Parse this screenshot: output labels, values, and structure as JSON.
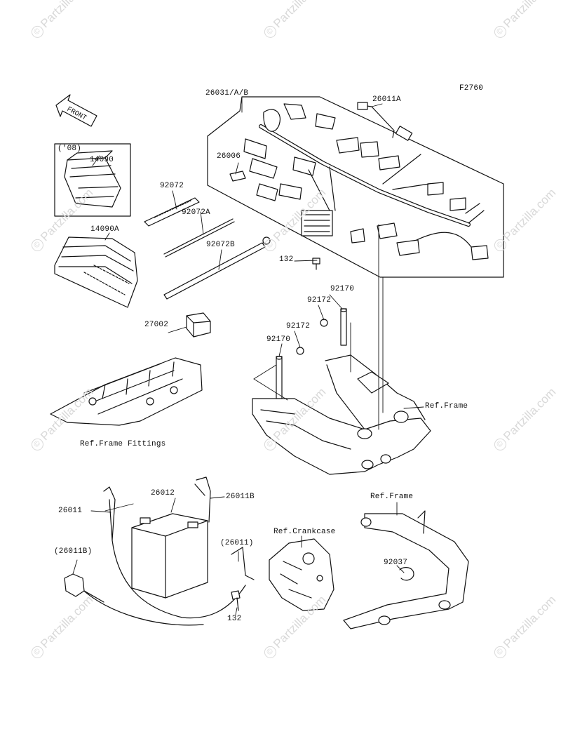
{
  "diagram": {
    "figure_code": "F2760",
    "direction_arrow": "FRONT",
    "watermark": "Partzilla.com",
    "parts": {
      "harness": "26031/A/B",
      "harness_sub": "26011A",
      "clip_26006": "26006",
      "year_note": "('08)",
      "cover_14090": "14090",
      "cover_14090a": "14090A",
      "band_92072": "92072",
      "band_92072a": "92072A",
      "band_92072b": "92072B",
      "bolt_132_top": "132",
      "relay_27002": "27002",
      "band_92170_right": "92170",
      "clamp_92172_upper": "92172",
      "clamp_92172_lower": "92172",
      "band_92170_left": "92170",
      "ref_frame_fittings": "Ref.Frame Fittings",
      "ref_frame_mid": "Ref.Frame",
      "battery_26012": "26012",
      "lead_26011": "26011",
      "lead_26011b": "26011B",
      "lead_26011_paren": "(26011)",
      "lead_26011b_paren": "(26011B)",
      "bolt_132_bottom": "132",
      "ref_crankcase": "Ref.Crankcase",
      "ref_frame_bottom": "Ref.Frame",
      "clamp_92037": "92037"
    }
  }
}
